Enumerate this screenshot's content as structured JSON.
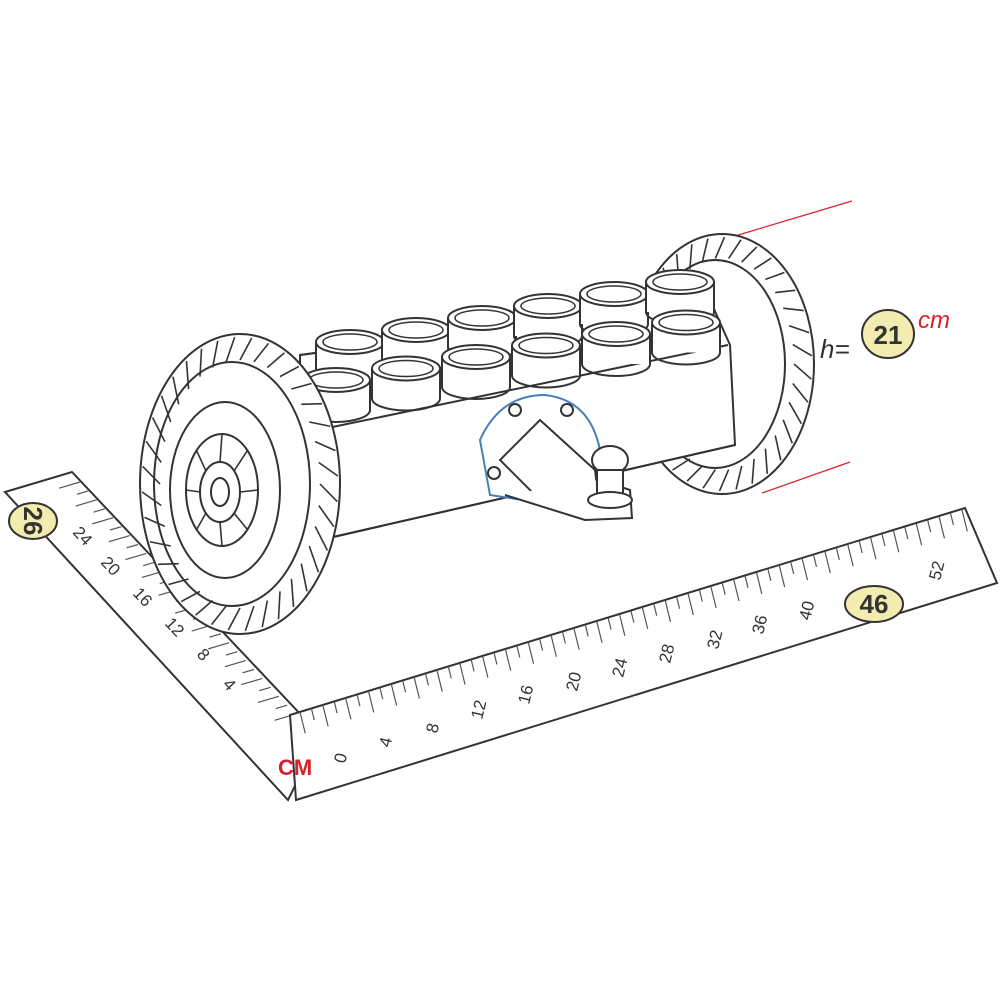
{
  "colors": {
    "line": "#333333",
    "accent_red": "#d8202a",
    "badge_fill": "#f3ecb0",
    "mount_blue": "#4a7fb5"
  },
  "unit": "CM",
  "height_annotation": {
    "prefix": "h=",
    "value": "21",
    "unit": "cm"
  },
  "length_badge": "46",
  "depth_badge": "26",
  "length_ruler": {
    "labels": [
      "0",
      "4",
      "8",
      "12",
      "16",
      "20",
      "24",
      "28",
      "32",
      "36",
      "40",
      "52"
    ]
  },
  "depth_ruler": {
    "labels": [
      "4",
      "8",
      "12",
      "16",
      "20",
      "24"
    ]
  }
}
